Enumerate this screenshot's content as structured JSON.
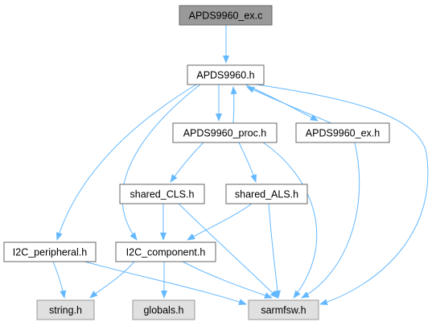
{
  "colors": {
    "edge": "#63b8ff",
    "node_border": "#666666",
    "focus_fill": "#999999",
    "focus_border": "#666666",
    "header_fill": "#ffffff",
    "external_fill": "#e0e0e0",
    "external_border": "#999999"
  },
  "nodes": [
    {
      "id": "apds9960_ex_c",
      "label": "APDS9960_ex.c",
      "kind": "focus",
      "interactable": false
    },
    {
      "id": "apds9960_h",
      "label": "APDS9960.h",
      "kind": "header",
      "interactable": true
    },
    {
      "id": "apds9960_proc_h",
      "label": "APDS9960_proc.h",
      "kind": "header",
      "interactable": true
    },
    {
      "id": "apds9960_ex_h",
      "label": "APDS9960_ex.h",
      "kind": "header",
      "interactable": true
    },
    {
      "id": "shared_cls_h",
      "label": "shared_CLS.h",
      "kind": "header",
      "interactable": true
    },
    {
      "id": "shared_als_h",
      "label": "shared_ALS.h",
      "kind": "header",
      "interactable": true
    },
    {
      "id": "i2c_peripheral_h",
      "label": "I2C_peripheral.h",
      "kind": "header",
      "interactable": true
    },
    {
      "id": "i2c_component_h",
      "label": "I2C_component.h",
      "kind": "header",
      "interactable": true
    },
    {
      "id": "string_h",
      "label": "string.h",
      "kind": "external",
      "interactable": false
    },
    {
      "id": "globals_h",
      "label": "globals.h",
      "kind": "external",
      "interactable": false
    },
    {
      "id": "sarmfsw_h",
      "label": "sarmfsw.h",
      "kind": "external",
      "interactable": false
    }
  ],
  "edges": [
    {
      "from": "apds9960_ex_c",
      "to": "apds9960_h"
    },
    {
      "from": "apds9960_h",
      "to": "apds9960_proc_h"
    },
    {
      "from": "apds9960_proc_h",
      "to": "apds9960_h"
    },
    {
      "from": "apds9960_h",
      "to": "apds9960_ex_h"
    },
    {
      "from": "apds9960_ex_h",
      "to": "apds9960_h"
    },
    {
      "from": "apds9960_h",
      "to": "i2c_peripheral_h"
    },
    {
      "from": "apds9960_h",
      "to": "i2c_component_h"
    },
    {
      "from": "apds9960_h",
      "to": "sarmfsw_h"
    },
    {
      "from": "apds9960_proc_h",
      "to": "shared_cls_h"
    },
    {
      "from": "apds9960_proc_h",
      "to": "shared_als_h"
    },
    {
      "from": "apds9960_proc_h",
      "to": "sarmfsw_h"
    },
    {
      "from": "apds9960_ex_h",
      "to": "sarmfsw_h"
    },
    {
      "from": "shared_cls_h",
      "to": "i2c_component_h"
    },
    {
      "from": "shared_cls_h",
      "to": "sarmfsw_h"
    },
    {
      "from": "shared_als_h",
      "to": "i2c_component_h"
    },
    {
      "from": "shared_als_h",
      "to": "sarmfsw_h"
    },
    {
      "from": "i2c_peripheral_h",
      "to": "string_h"
    },
    {
      "from": "i2c_peripheral_h",
      "to": "sarmfsw_h"
    },
    {
      "from": "i2c_component_h",
      "to": "string_h"
    },
    {
      "from": "i2c_component_h",
      "to": "globals_h"
    },
    {
      "from": "i2c_component_h",
      "to": "sarmfsw_h"
    }
  ]
}
